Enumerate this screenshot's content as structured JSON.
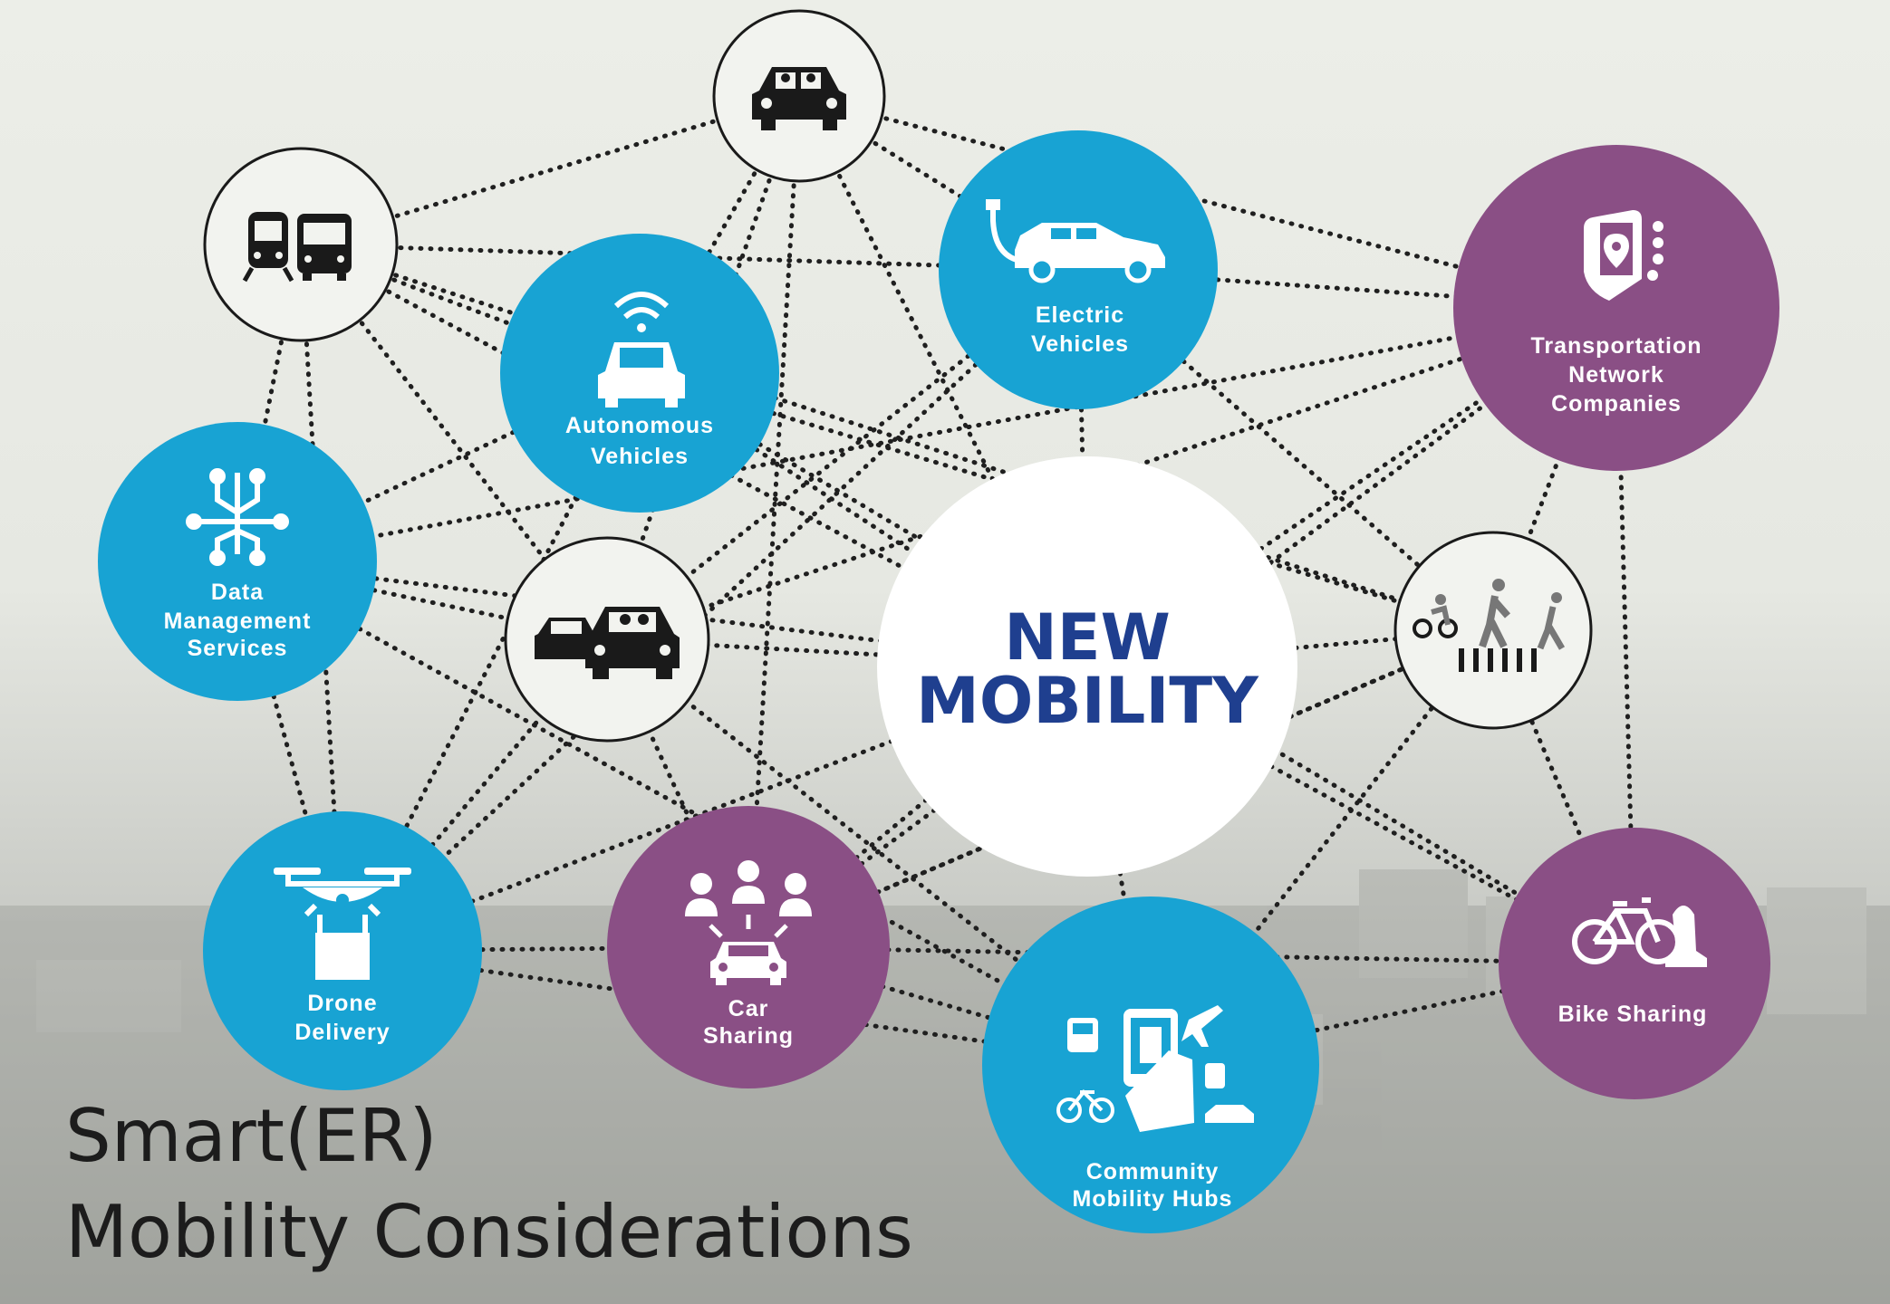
{
  "center": {
    "line1": "NEW",
    "line2": "MOBILITY"
  },
  "colors": {
    "blue": "#18a3d3",
    "purple": "#8a4f85",
    "navy": "#1f3f8f",
    "outline": "#1a1a1a"
  },
  "nodes": {
    "autonomous_vehicles": {
      "lines": [
        "Autonomous",
        "Vehicles"
      ],
      "icon": "autonomous-car-icon"
    },
    "electric_vehicles": {
      "lines": [
        "Electric",
        "Vehicles"
      ],
      "icon": "electric-car-icon"
    },
    "transportation_network_companies": {
      "lines": [
        "Transportation",
        "Network",
        "Companies"
      ],
      "icon": "phone-pin-icon"
    },
    "data_management_services": {
      "lines": [
        "Data",
        "Management",
        "Services"
      ],
      "icon": "data-tree-icon"
    },
    "drone_delivery": {
      "lines": [
        "Drone",
        "Delivery"
      ],
      "icon": "drone-icon"
    },
    "car_sharing": {
      "lines": [
        "Car",
        "Sharing"
      ],
      "icon": "people-car-icon"
    },
    "community_mobility_hubs": {
      "lines": [
        "Community",
        "Mobility Hubs"
      ],
      "icon": "hub-icon"
    },
    "bike_sharing": {
      "lines": [
        "Bike Sharing"
      ],
      "icon": "bike-icon"
    },
    "rideshare_car": {
      "icon": "rideshare-car-icon"
    },
    "transit": {
      "icon": "train-bus-icon"
    },
    "carpool": {
      "icon": "two-cars-icon"
    },
    "active_transport": {
      "icon": "walk-cycle-icon"
    }
  },
  "caption": {
    "line1": "Smart(ER)",
    "line2": "Mobility Considerations"
  }
}
